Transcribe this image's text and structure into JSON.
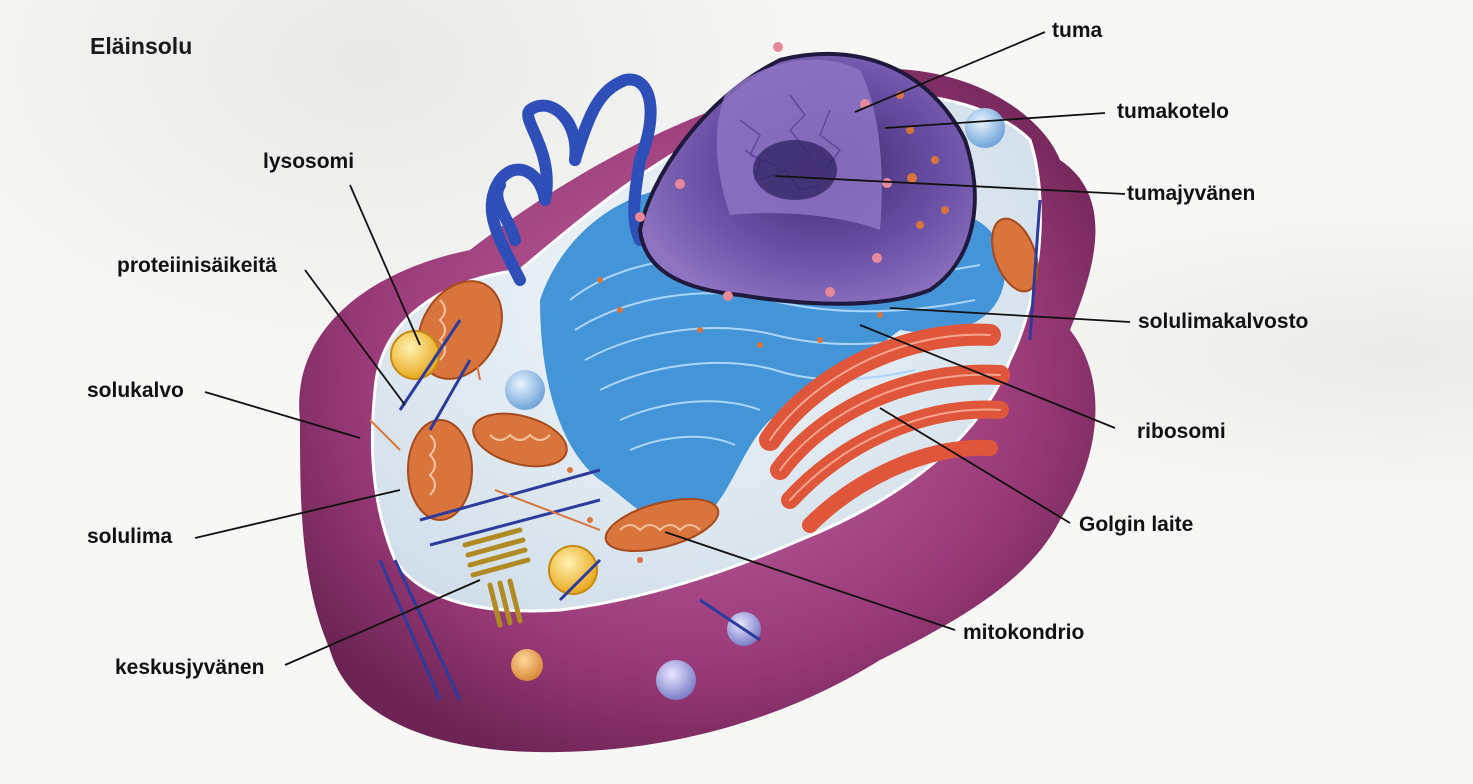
{
  "title": "Eläinsolu",
  "labels": {
    "tuma": "tuma",
    "tumakotelo": "tumakotelo",
    "tumajyvanen": "tumajyvänen",
    "lysosomi": "lysosomi",
    "proteiinisaikeita": "proteiinisäikeitä",
    "solukalvo": "solukalvo",
    "solulima": "solulima",
    "keskusjyvanen": "keskusjyvänen",
    "solulimakalvosto": "solulimakalvosto",
    "ribosomi": "ribosomi",
    "golgin_laite": "Golgin laite",
    "mitokondrio": "mitokondrio"
  },
  "colors": {
    "membrane": "#9a3a78",
    "cytoplasm": "#dde9f2",
    "nucleus": "#5a3f92",
    "er": "#3b8fd6",
    "golgi": "#e0563a",
    "mitochondria": "#d9743c",
    "lysosome": "#f2c23a",
    "centriole": "#c9a238"
  }
}
